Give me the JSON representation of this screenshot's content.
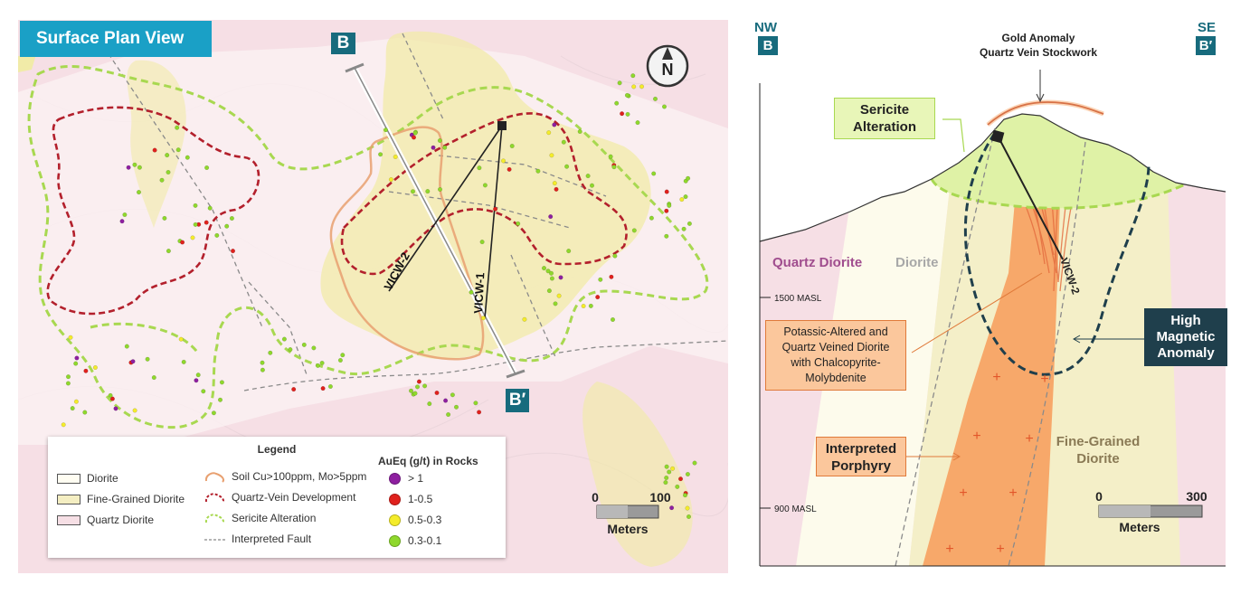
{
  "map": {
    "title": "Surface Plan View",
    "section_start": "B",
    "section_end": "B′",
    "north": "N",
    "drillholes": [
      "VICW-2",
      "VICW-1"
    ],
    "scale": {
      "zero": "0",
      "max": "100",
      "unit": "Meters"
    },
    "legend": {
      "title": "Legend",
      "lithology": [
        "Diorite",
        "Fine-Grained Diorite",
        "Quartz Diorite"
      ],
      "lithology_colors": [
        "#fffdf2",
        "#f4eec2",
        "#f6dfe5"
      ],
      "lines": [
        "Soil Cu>100ppm, Mo>5ppm",
        "Quartz-Vein Development",
        "Sericite Alteration",
        "Interpreted Fault"
      ],
      "line_colors": [
        "#e8a070",
        "#b3202c",
        "#a8d850",
        "#888888"
      ],
      "au_title": "AuEq (g/t) in Rocks",
      "au_classes": [
        "> 1",
        "1-0.5",
        "0.5-0.3",
        "0.3-0.1"
      ],
      "au_colors": [
        "#8e1fa0",
        "#e0211d",
        "#f4ec2a",
        "#8fd82c"
      ]
    }
  },
  "section": {
    "left_dir": "NW",
    "left_letter": "B",
    "right_dir": "SE",
    "right_letter": "B′",
    "top_label_line1": "Gold Anomaly",
    "top_label_line2": "Quartz Vein Stockwork",
    "sericite_line1": "Sericite",
    "sericite_line2": "Alteration",
    "quartz_diorite": "Quartz Diorite",
    "diorite": "Diorite",
    "elev_1500": "1500 MASL",
    "elev_900": "900 MASL",
    "drillhole": "VICW-2",
    "potassic_line1": "Potassic-Altered and",
    "potassic_line2": "Quartz Veined Diorite",
    "potassic_line3": "with Chalcopyrite-",
    "potassic_line4": "Molybdenite",
    "porphyry_line1": "Interpreted",
    "porphyry_line2": "Porphyry",
    "magnetic_line1": "High",
    "magnetic_line2": "Magnetic",
    "magnetic_line3": "Anomaly",
    "fg_line1": "Fine-Grained",
    "fg_line2": "Diorite",
    "scale": {
      "zero": "0",
      "max": "300",
      "unit": "Meters"
    },
    "colors": {
      "sericite_fill": "#dff2a6",
      "sericite_line": "#a8d850",
      "porphyry": "#f7a86a",
      "magnetic_line": "#1f3f4c",
      "callout_bg": "#fbc79c",
      "callout_border": "#e07a3a"
    }
  }
}
